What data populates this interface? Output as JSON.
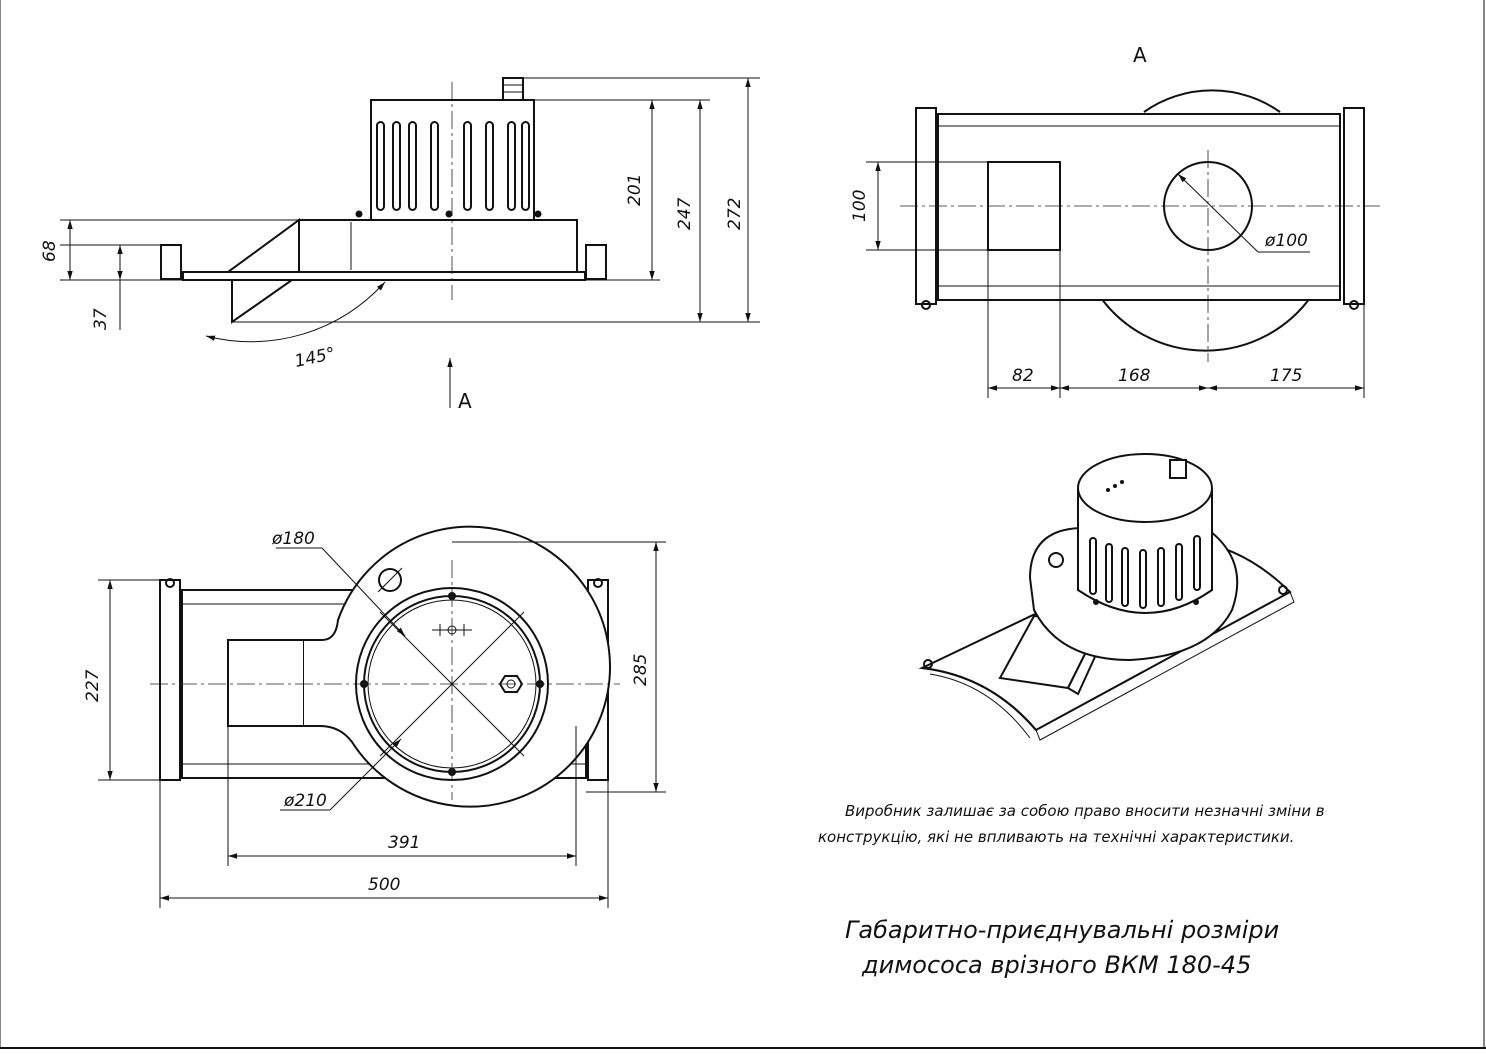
{
  "views": {
    "front": {
      "dims": {
        "d68": "68",
        "d37": "37",
        "d201": "201",
        "d247": "247",
        "d272": "272",
        "angle": "145°"
      },
      "section_marker": "A"
    },
    "view_a": {
      "title": "A",
      "dims": {
        "d100": "100",
        "dia100": "ø100",
        "d82": "82",
        "d168": "168",
        "d175": "175"
      }
    },
    "top": {
      "dims": {
        "dia180": "ø180",
        "dia210": "ø210",
        "d227": "227",
        "d285": "285",
        "d391": "391",
        "d500": "500"
      }
    }
  },
  "note": {
    "line1": "Виробник залишає за собою право вносити незначні зміни в",
    "line2": "конструкцію, які не впливають на технічні характеристики."
  },
  "title_block": {
    "line1": "Габаритно-приєднувальні розміри",
    "line2": "димососа врізного ВКМ 180-45"
  }
}
